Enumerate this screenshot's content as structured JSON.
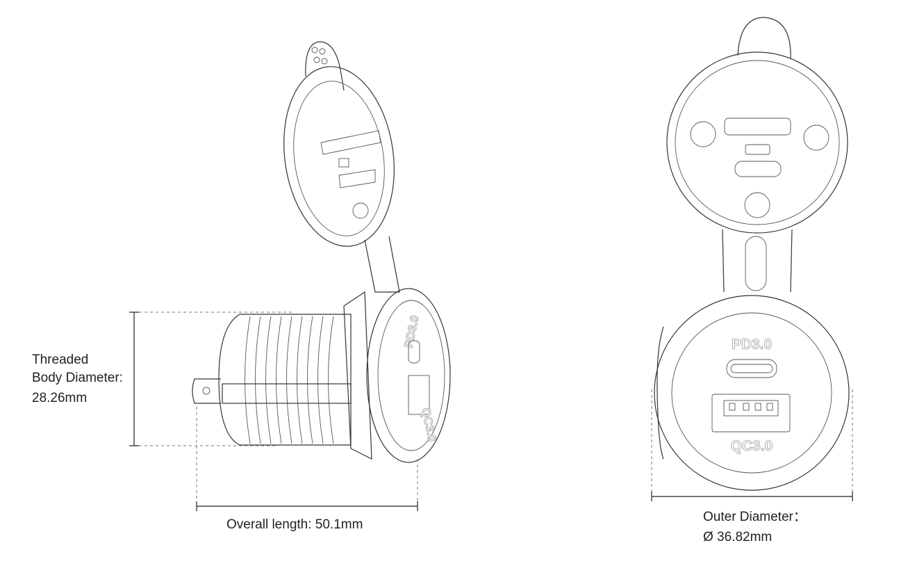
{
  "side_view": {
    "threaded_label_line1": "Threaded",
    "threaded_label_line2": "Body Diameter:",
    "threaded_value": "28.26mm",
    "length_label": "Overall length: 50.1mm",
    "port_top": "PD3.0",
    "port_bottom": "QC3.0"
  },
  "front_view": {
    "outer_label": "Outer Diameter：",
    "outer_value": "Ø 36.82mm",
    "port_top": "PD3.0",
    "port_bottom": "QC3.0"
  }
}
